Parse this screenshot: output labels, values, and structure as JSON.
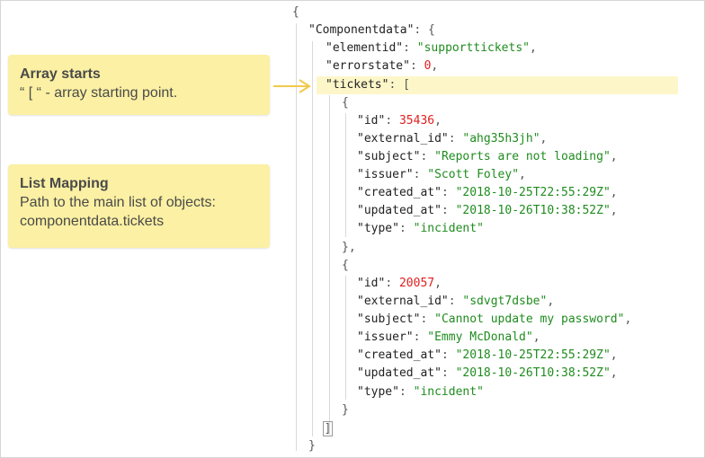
{
  "notes": {
    "array_starts": {
      "title": "Array starts",
      "body": "“ [ “ - array starting point."
    },
    "list_mapping": {
      "title": "List Mapping",
      "line1": "Path to the main list of objects:",
      "line2": "componentdata.tickets"
    }
  },
  "json": {
    "root_key": "Componentdata",
    "elementid_key": "elementid",
    "elementid_value": "supporttickets",
    "errorstate_key": "errorstate",
    "errorstate_value": "0",
    "tickets_key": "tickets",
    "field_keys": {
      "id": "id",
      "external_id": "external_id",
      "subject": "subject",
      "issuer": "issuer",
      "created_at": "created_at",
      "updated_at": "updated_at",
      "type": "type"
    },
    "tickets": [
      {
        "id": "35436",
        "external_id": "ahg35h3jh",
        "subject": "Reports are not loading",
        "issuer": "Scott Foley",
        "created_at": "2018-10-25T22:55:29Z",
        "updated_at": "2018-10-26T10:38:52Z",
        "type": "incident"
      },
      {
        "id": "20057",
        "external_id": "sdvgt7dsbe",
        "subject": "Cannot update my password",
        "issuer": "Emmy McDonald",
        "created_at": "2018-10-25T22:55:29Z",
        "updated_at": "2018-10-26T10:38:52Z",
        "type": "incident"
      }
    ]
  },
  "colors": {
    "note_bg": "#fbf0a3",
    "arrow": "#f2c94c",
    "string": "#1f8c1f",
    "number": "#e02020",
    "highlight": "#fdf6c9"
  }
}
